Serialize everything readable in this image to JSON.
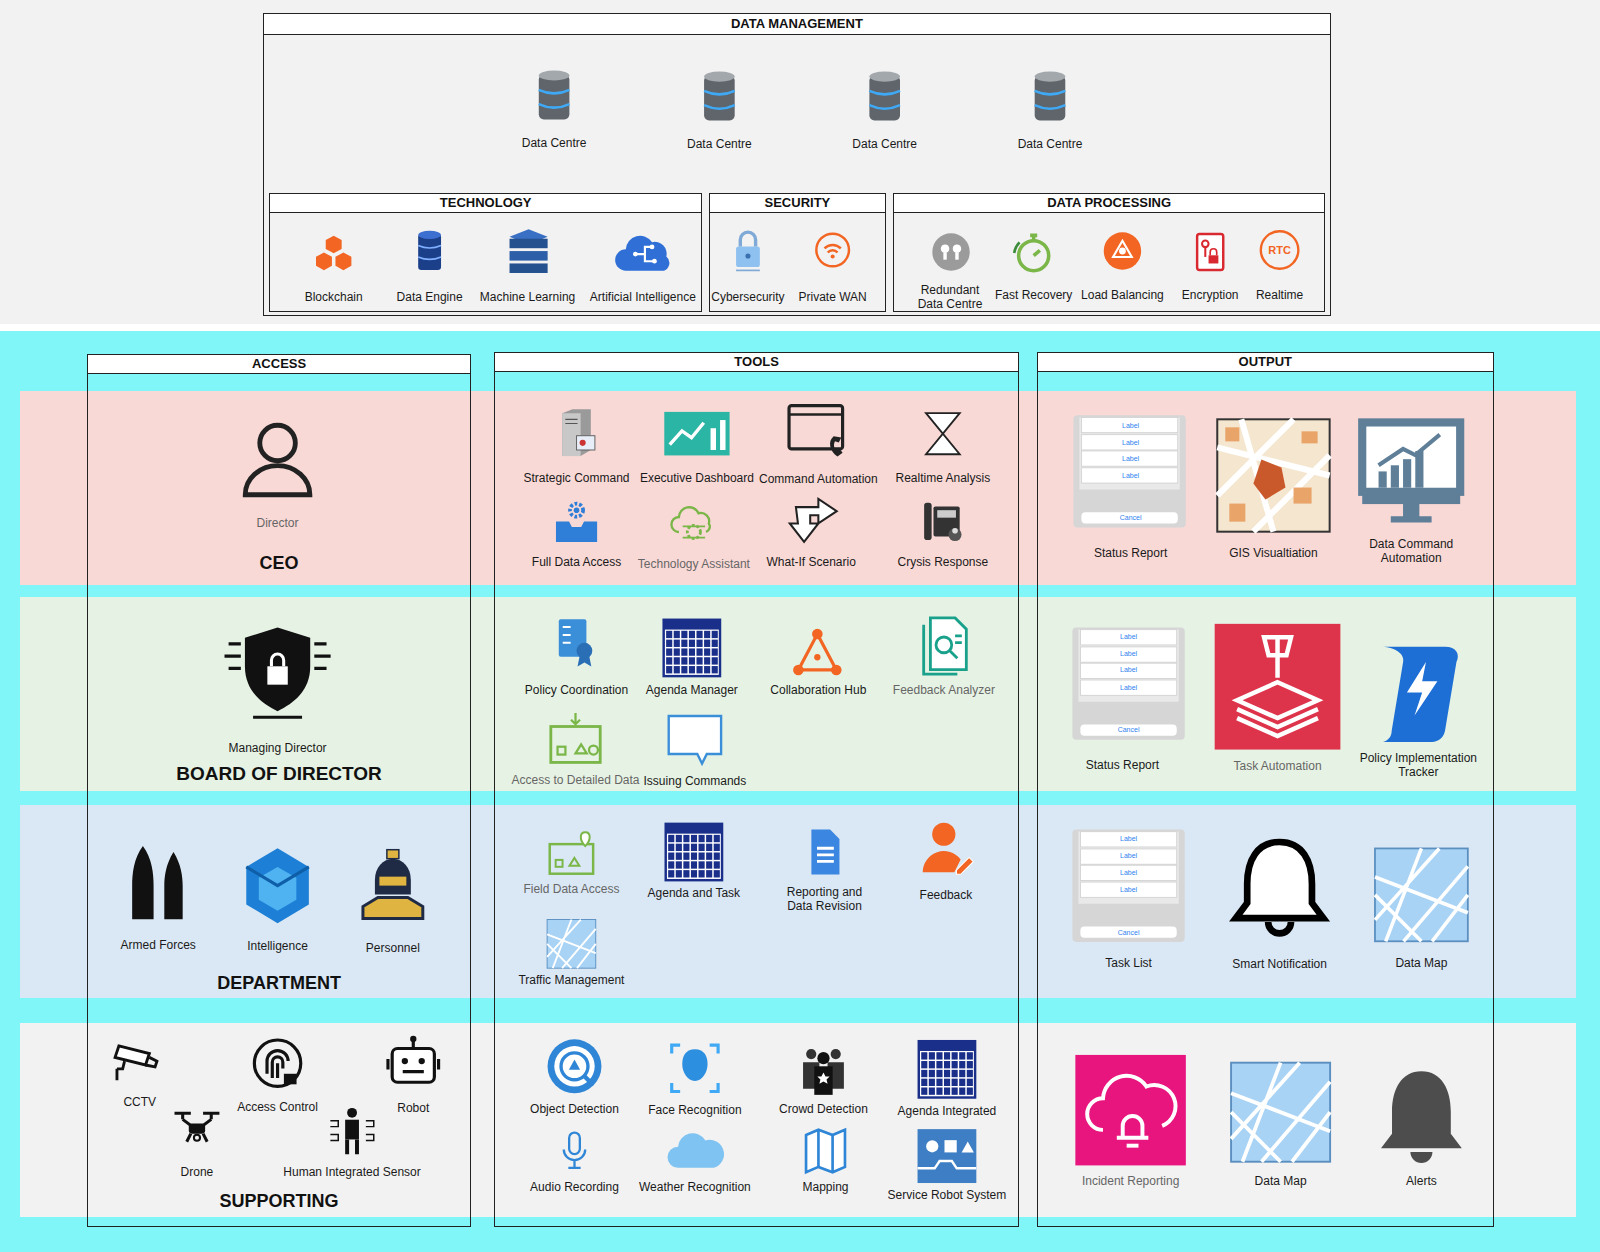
{
  "diagram": {
    "nodes": [
      {
        "text": [
          "DATA MANAGEMENT"
        ]
      },
      {
        "text": [
          "TECHNOLOGY"
        ],
        "in": 0
      },
      {
        "text": [
          "SECURITY"
        ],
        "in": 0
      },
      {
        "text": [
          "DATA PROCESSING"
        ],
        "in": 0
      },
      {
        "text": [
          "ACCESS"
        ]
      },
      {
        "text": [
          "TOOLS"
        ]
      },
      {
        "text": [
          "OUTPUT"
        ]
      },
      {
        "text": [
          "CEO"
        ]
      },
      {
        "text": [
          "BOARD OF DIRECTOR"
        ]
      },
      {
        "text": [
          "DEPARTMENT"
        ]
      },
      {
        "text": [
          "SUPPORTING"
        ]
      }
    ],
    "labels": [
      "Data Centre",
      "Data Centre",
      "Data Centre",
      "Data Centre",
      "Blockchain",
      "Data Engine",
      "Machine Learning",
      "Artificial Intelligence",
      "Cybersecurity",
      "Private WAN",
      "Redundant Data Centre",
      "Fast Recovery",
      "Load Balancing",
      "Encryption",
      "RTC",
      "Realtime",
      "Director",
      "Strategic Command",
      "Executive Dashboard",
      "Command Automation",
      "Realtime Analysis",
      "Full Data Access",
      "Technology Assistant",
      "What-If Scenario",
      "Crysis Response",
      "Label",
      "Label",
      "Label",
      "Label",
      "Cancel",
      "Status Report",
      "GIS Visualtiation",
      "Data Command Automation",
      "Managing Director",
      "Policy Coordination",
      "Agenda Manager",
      "Collaboration Hub",
      "Feedback Analyzer",
      "Access to Detailed Data",
      "Issuing Commands",
      "Label",
      "Label",
      "Label",
      "Label",
      "Cancel",
      "Status Report",
      "Task Automation",
      "Policy Implementation Tracker",
      "Armed Forces",
      "Intelligence",
      "Personnel",
      "Field Data Access",
      "Agenda and Task",
      "Reporting and Data Revision",
      "Feedback",
      "Traffic Management",
      "Label",
      "Label",
      "Label",
      "Label",
      "Cancel",
      "Task List",
      "Smart Notification",
      "Data Map",
      "CCTV",
      "Access Control",
      "Robot",
      "Drone",
      "Human Integrated Sensor",
      "Object Detection",
      "Face Recognition",
      "Crowd Detection",
      "Agenda Integrated",
      "Audio Recording",
      "Weather Recognition",
      "Mapping",
      "Service Robot System",
      "Incident Reporting",
      "Data Map",
      "Alerts"
    ]
  }
}
